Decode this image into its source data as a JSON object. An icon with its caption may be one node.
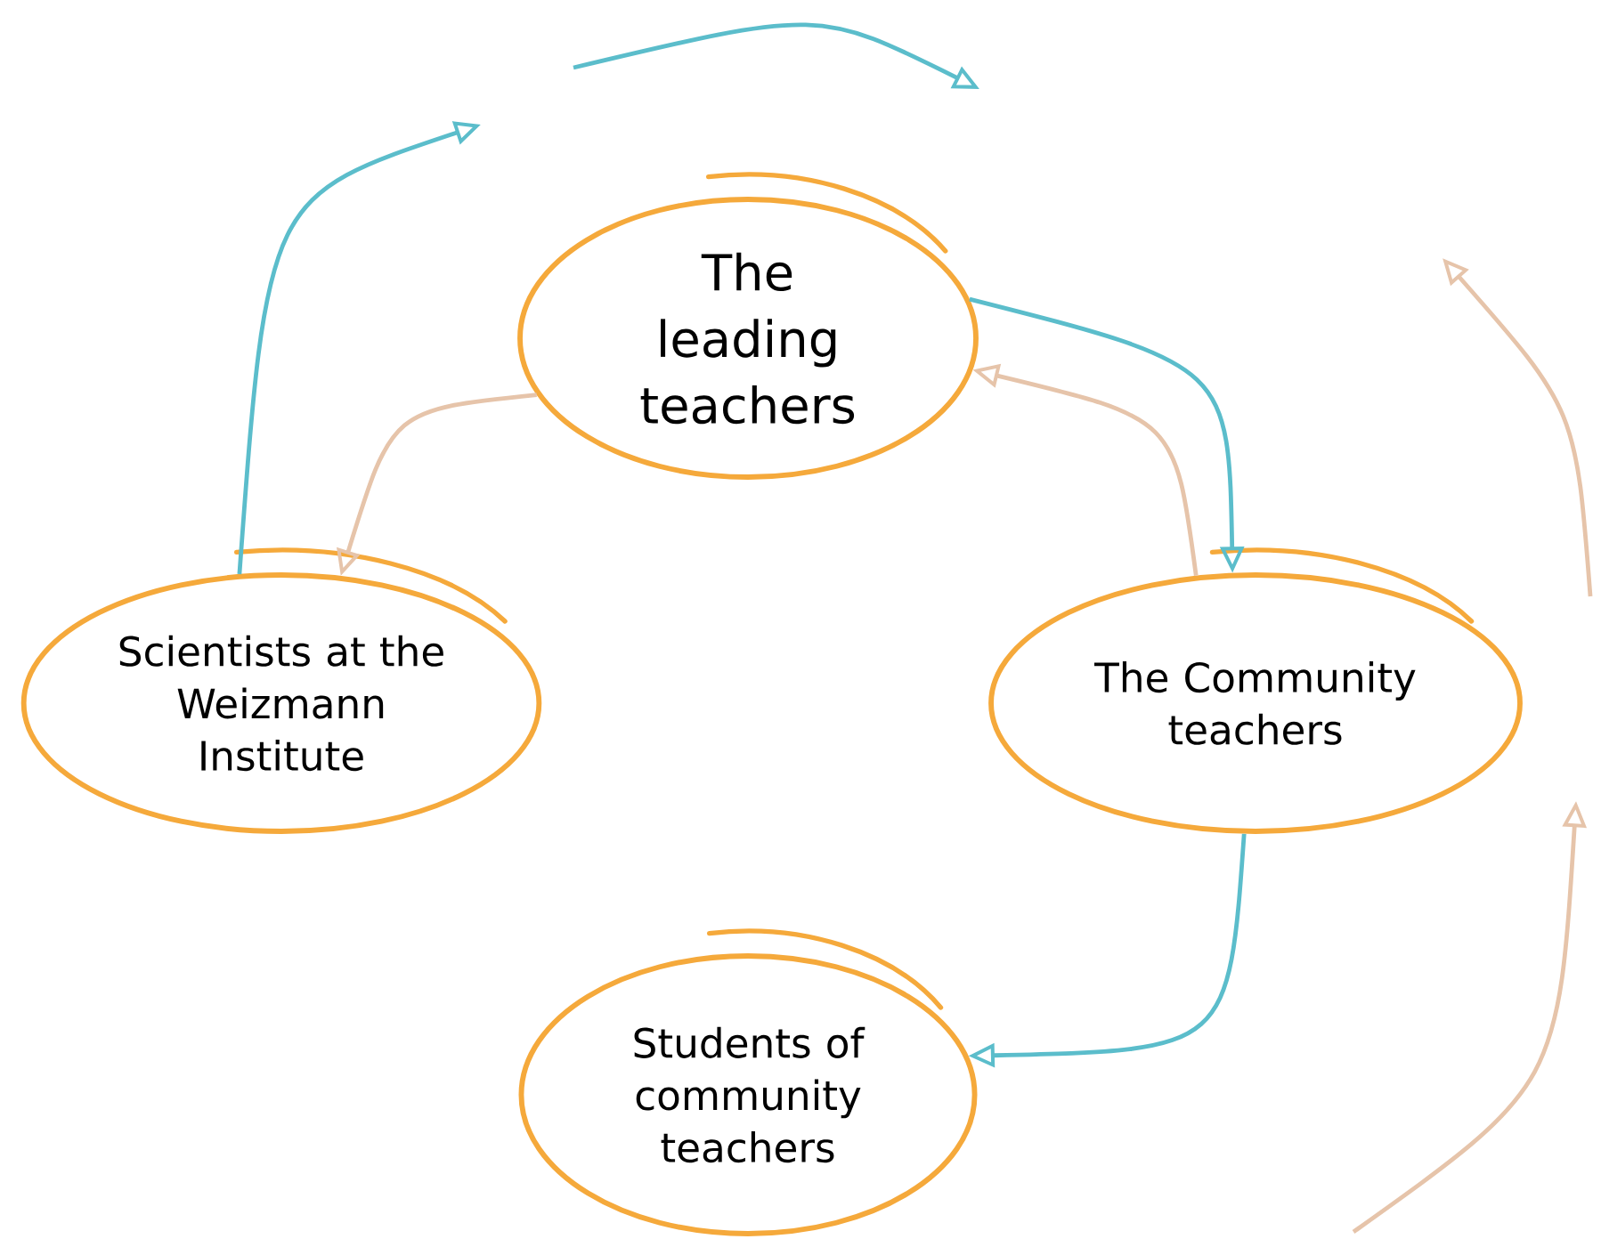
{
  "diagram": {
    "nodes": [
      {
        "text": [
          "The leading teachers"
        ]
      },
      {
        "text": [
          "Scientists at the Weizmann Institute"
        ]
      },
      {
        "text": [
          "The Community teachers"
        ]
      },
      {
        "text": [
          "Students of community teachers"
        ]
      }
    ],
    "edges": [
      {
        "from": 1,
        "to": null,
        "arrow": "to"
      },
      {
        "from": 0,
        "to": 2,
        "arrow": "to"
      },
      {
        "from": 2,
        "to": 0,
        "arrow": "to",
        "color": "#e6c4aa"
      },
      {
        "from": 0,
        "to": 1,
        "arrow": "to",
        "color": "#e6c4aa"
      },
      {
        "from": 2,
        "to": 3,
        "arrow": "to"
      }
    ]
  }
}
